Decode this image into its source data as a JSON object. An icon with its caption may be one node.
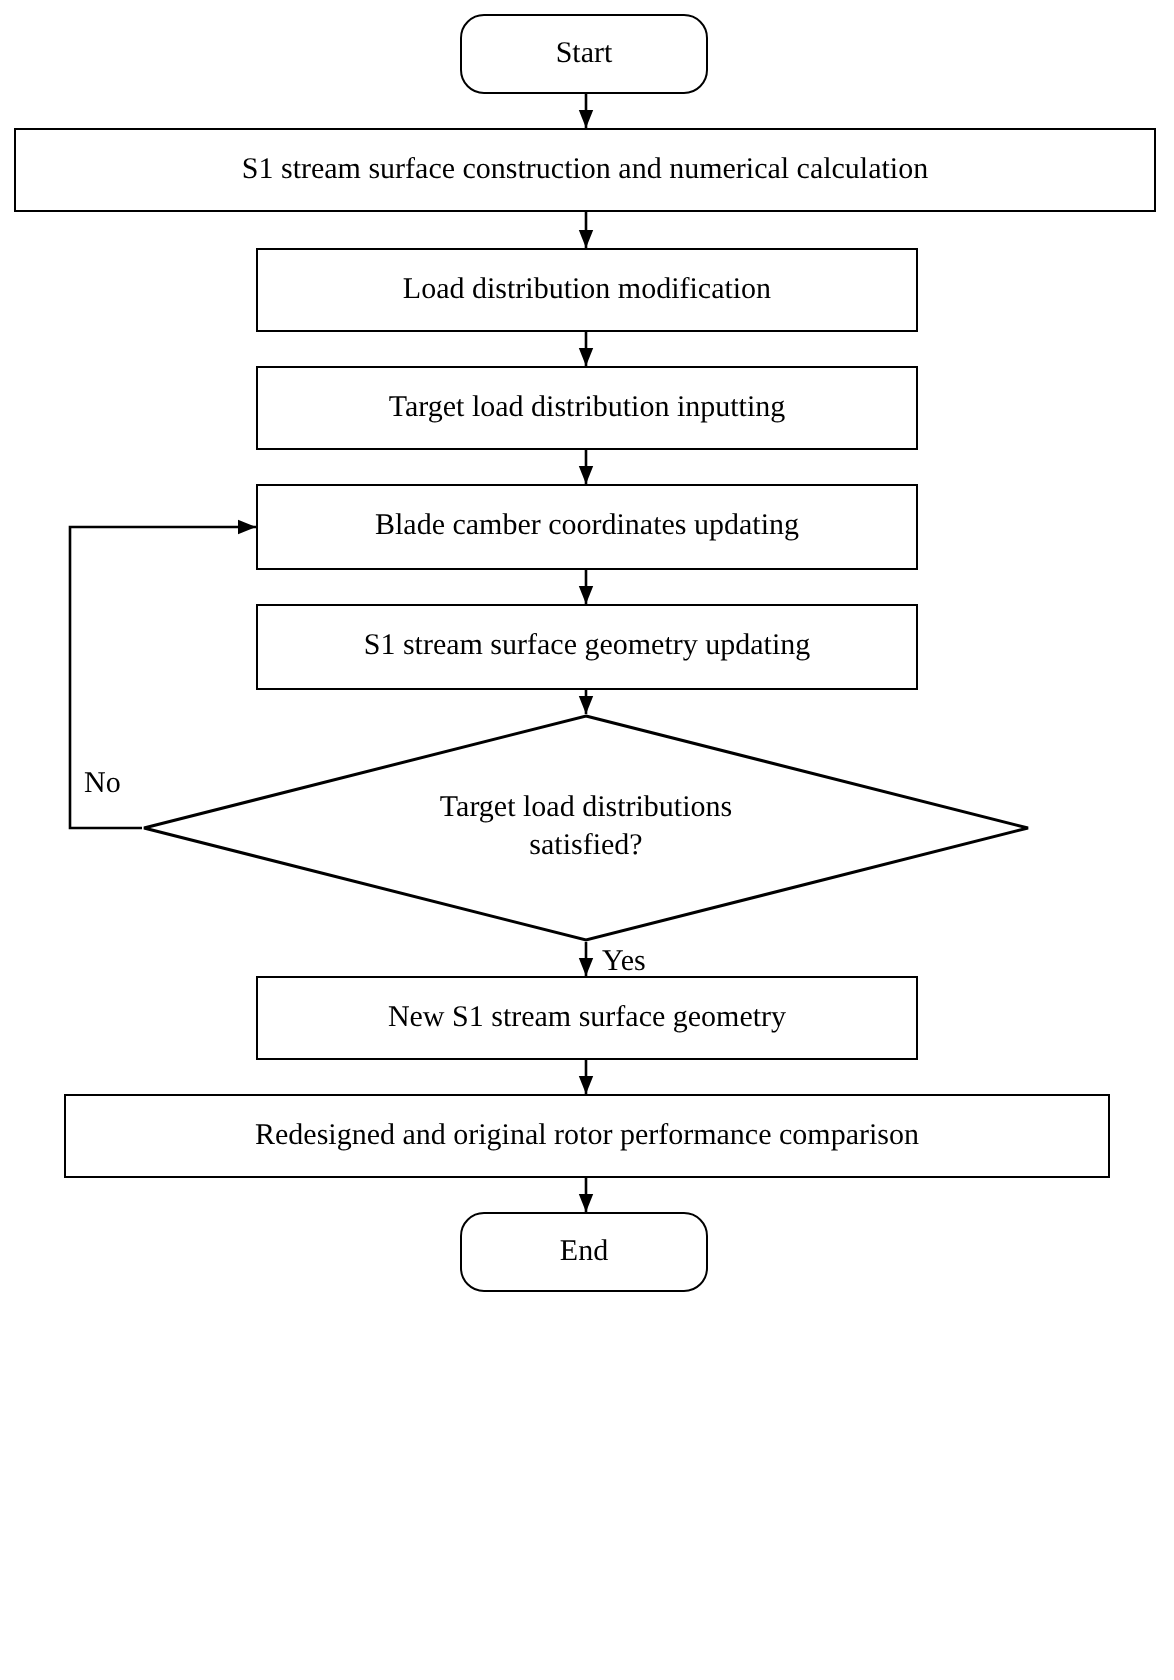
{
  "diagram": {
    "nodes": [
      {
        "text": [
          "Start"
        ]
      },
      {
        "text": [
          "S1 stream surface construction and numerical calculation"
        ]
      },
      {
        "text": [
          "Load distribution modification"
        ]
      },
      {
        "text": [
          "Target load distribution inputting"
        ]
      },
      {
        "text": [
          "Blade camber coordinates updating"
        ]
      },
      {
        "text": [
          "S1 stream surface geometry updating"
        ]
      },
      {
        "text": [
          "Target load distributions satisfied?"
        ]
      },
      {
        "text": [
          "New S1 stream surface geometry"
        ]
      },
      {
        "text": [
          "Redesigned and original rotor performance comparison"
        ]
      },
      {
        "text": [
          "End"
        ]
      }
    ],
    "edges": [
      {
        "from": 0,
        "to": 1,
        "arrow": "to"
      },
      {
        "from": 1,
        "to": 2,
        "arrow": "to"
      },
      {
        "from": 2,
        "to": 3,
        "arrow": "to"
      },
      {
        "from": 3,
        "to": 4,
        "arrow": "to"
      },
      {
        "from": 4,
        "to": 5,
        "arrow": "to"
      },
      {
        "from": 5,
        "to": 6,
        "arrow": "to"
      },
      {
        "from": 6,
        "to": 7,
        "arrow": "to",
        "label": "Yes"
      },
      {
        "from": 6,
        "to": 4,
        "arrow": "to",
        "label": "No"
      },
      {
        "from": 7,
        "to": 8,
        "arrow": "to"
      },
      {
        "from": 8,
        "to": 9,
        "arrow": "to"
      }
    ]
  }
}
